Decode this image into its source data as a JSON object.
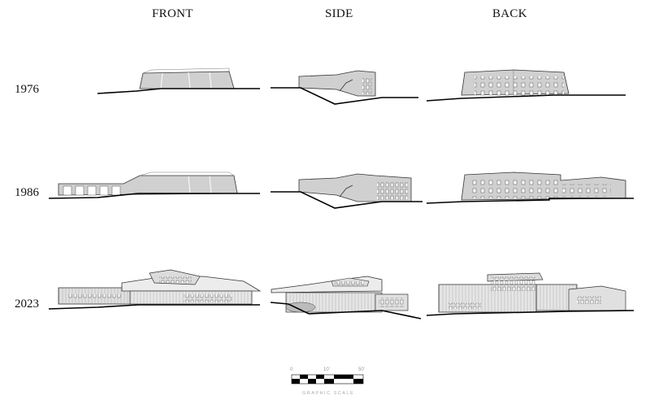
{
  "columns": {
    "front": "FRONT",
    "side": "SIDE",
    "back": "BACK"
  },
  "years": {
    "y1976": "1976",
    "y1986": "1986",
    "y2023": "2023"
  },
  "scale": {
    "tick0": "0",
    "tick1": "10'",
    "tick2": "50'",
    "title": "GRAPHIC SCALE"
  }
}
